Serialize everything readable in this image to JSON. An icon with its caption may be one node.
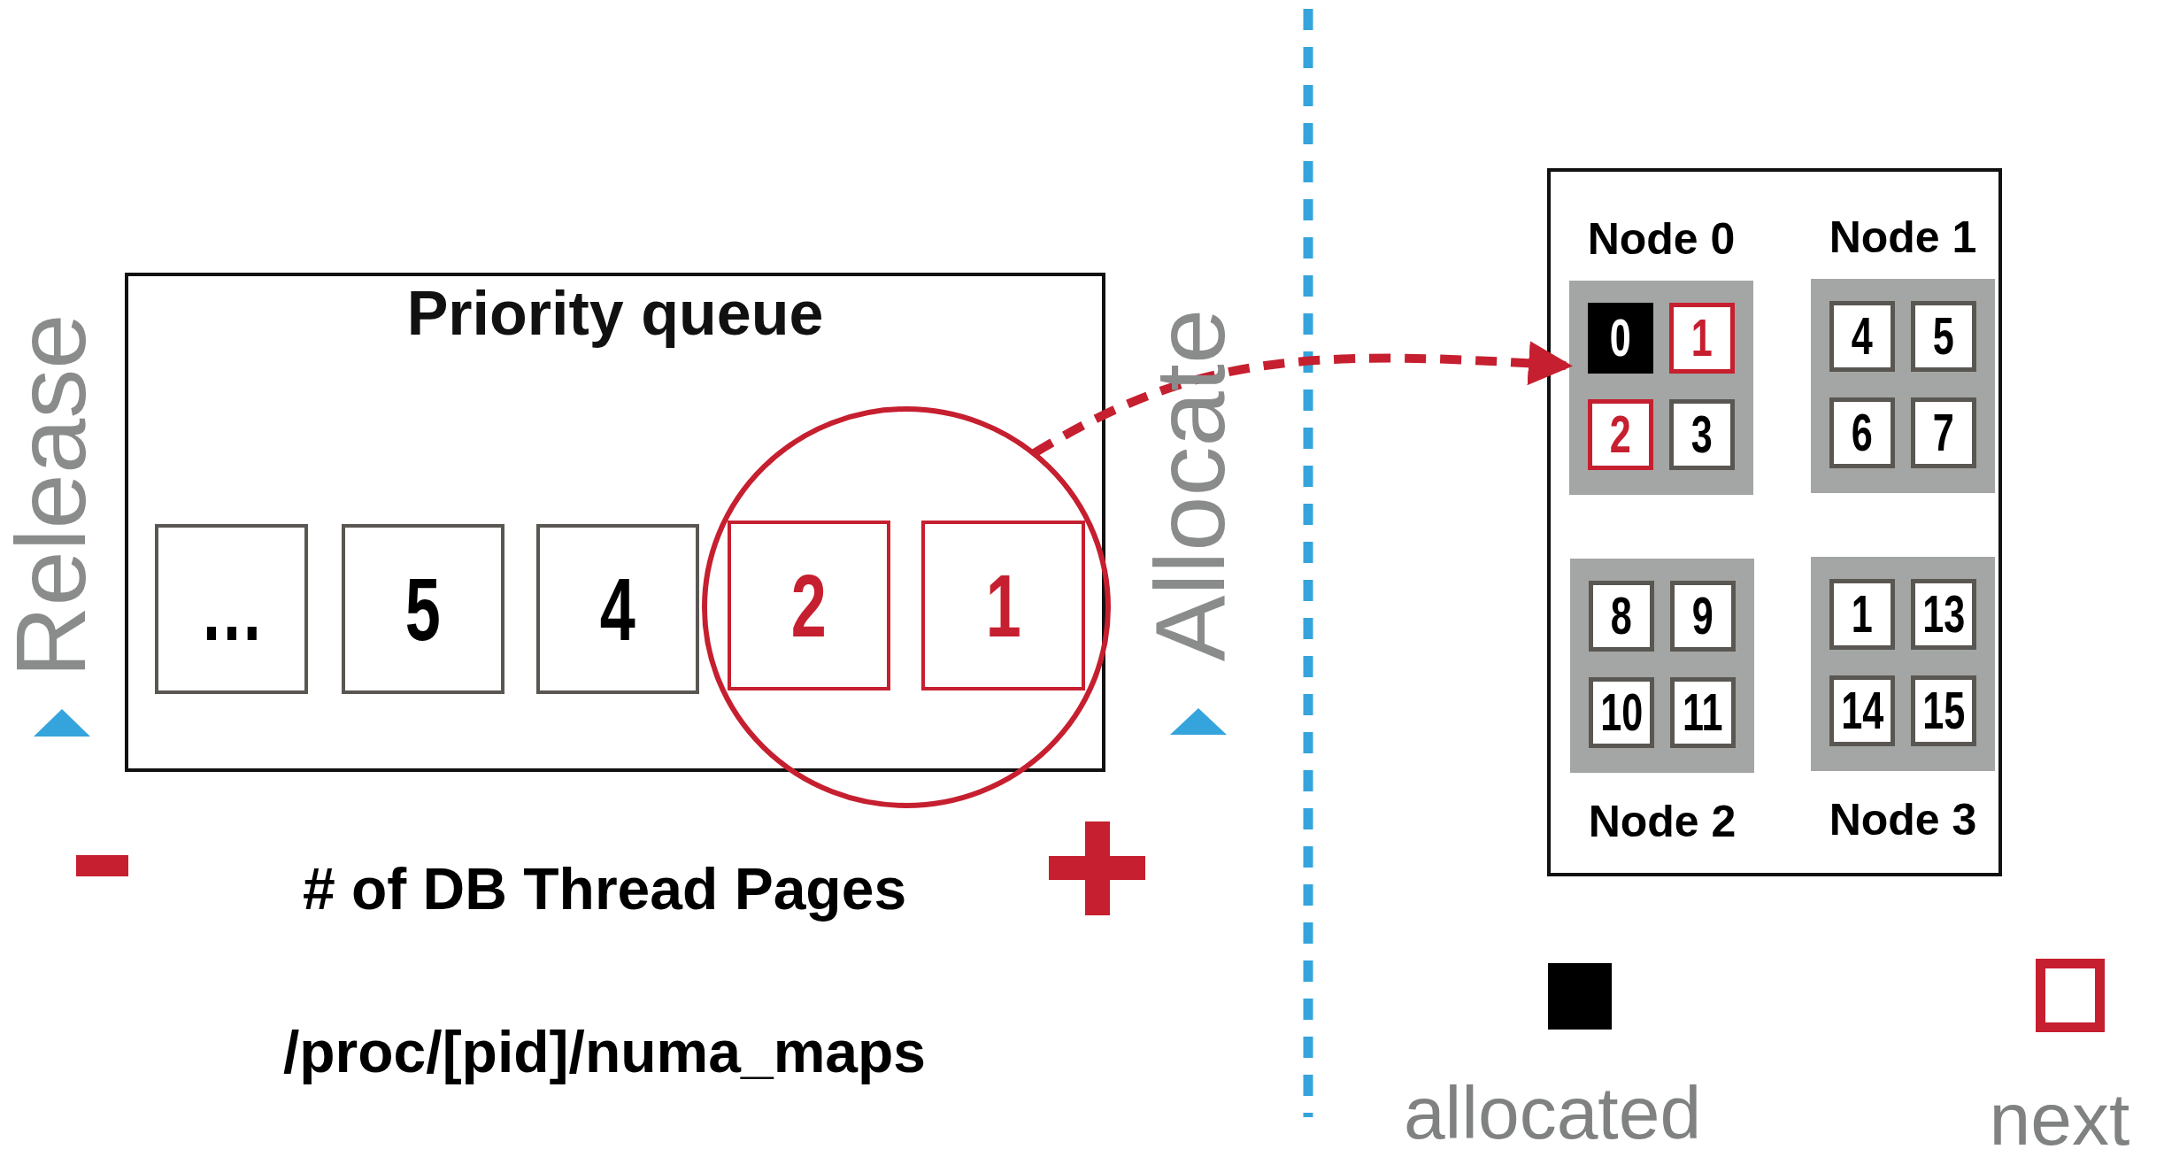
{
  "diagram": {
    "nodes": [
      {
        "text": [
          "Priority queue"
        ]
      },
      {
        "text": [
          "…"
        ],
        "in": 0
      },
      {
        "text": [
          "5"
        ],
        "in": 0
      },
      {
        "text": [
          "4"
        ],
        "in": 0
      },
      {
        "text": [
          "2"
        ],
        "in": 6
      },
      {
        "text": [
          "1"
        ],
        "in": 6
      },
      {
        "text": [],
        "shape": "circle"
      },
      {
        "text": [],
        "shape": "box"
      },
      {
        "text": [
          "Node 0"
        ],
        "in": 7
      },
      {
        "text": [
          "0"
        ],
        "in": 8
      },
      {
        "text": [
          "1"
        ],
        "in": 8
      },
      {
        "text": [
          "2"
        ],
        "in": 8
      },
      {
        "text": [
          "3"
        ],
        "in": 8
      },
      {
        "text": [
          "Node 1"
        ],
        "in": 7
      },
      {
        "text": [
          "4"
        ],
        "in": 13
      },
      {
        "text": [
          "5"
        ],
        "in": 13
      },
      {
        "text": [
          "6"
        ],
        "in": 13
      },
      {
        "text": [
          "7"
        ],
        "in": 13
      },
      {
        "text": [
          "Node 2"
        ],
        "in": 7
      },
      {
        "text": [
          "8"
        ],
        "in": 18
      },
      {
        "text": [
          "9"
        ],
        "in": 18
      },
      {
        "text": [
          "10"
        ],
        "in": 18
      },
      {
        "text": [
          "11"
        ],
        "in": 18
      },
      {
        "text": [
          "Node 3"
        ],
        "in": 7
      },
      {
        "text": [
          "1"
        ],
        "in": 23
      },
      {
        "text": [
          "13"
        ],
        "in": 23
      },
      {
        "text": [
          "14"
        ],
        "in": 23
      },
      {
        "text": [
          "15"
        ],
        "in": 23
      }
    ],
    "edges": [
      {
        "from": 6,
        "to": 8,
        "arrow": "to",
        "style": "dashed",
        "color": "#c61f2f"
      }
    ],
    "labels": [
      "Release",
      "Allocate",
      "# of DB Thread Pages",
      "/proc/[pid]/numa_maps"
    ],
    "legend": [
      {
        "text": "allocated",
        "color": "#000000"
      },
      {
        "text": "next"
      }
    ]
  }
}
